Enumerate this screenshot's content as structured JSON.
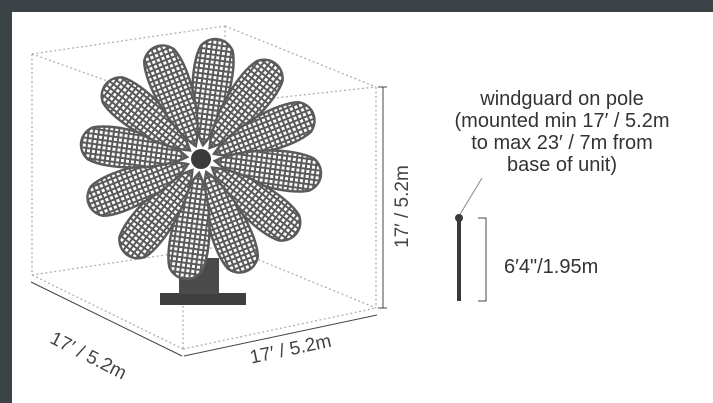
{
  "dimensions": {
    "depth": "17′ / 5.2m",
    "width": "17′ / 5.2m",
    "height": "17′ / 5.2m",
    "pole_height": "6′4\"/1.95m"
  },
  "windguard_note": {
    "lines": [
      "windguard on pole",
      "(mounted min 17′ / 5.2m",
      "to max 23′ / 7m from",
      "base of unit)"
    ]
  },
  "colors": {
    "frame": "#3b4347",
    "petal": "#5a5a5a",
    "dotted": "#b0b0b0",
    "base": "#3f3f3f"
  }
}
